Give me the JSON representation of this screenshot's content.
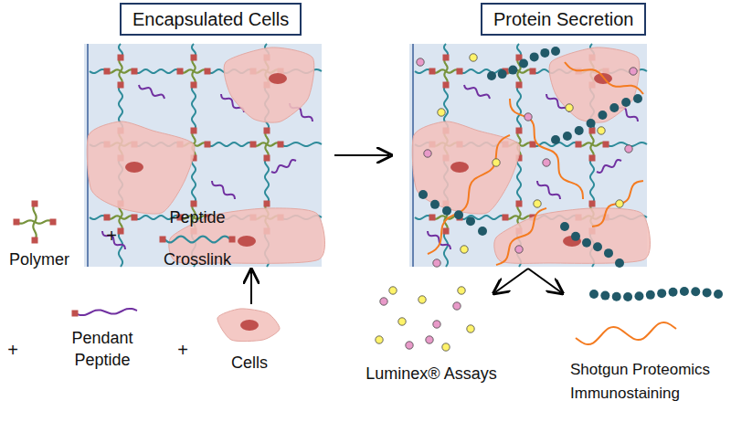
{
  "diagram": {
    "nodes": [
      {
        "text": [
          "Encapsulated Cells"
        ]
      },
      {
        "text": [
          "Protein Secretion"
        ]
      }
    ],
    "labels": [
      "Polymer",
      "+",
      "Peptide Crosslink",
      "+",
      "Pendant Peptide",
      "+",
      "Cells",
      "Luminex® Assays",
      "Shotgun Proteomics Immunostaining"
    ]
  }
}
